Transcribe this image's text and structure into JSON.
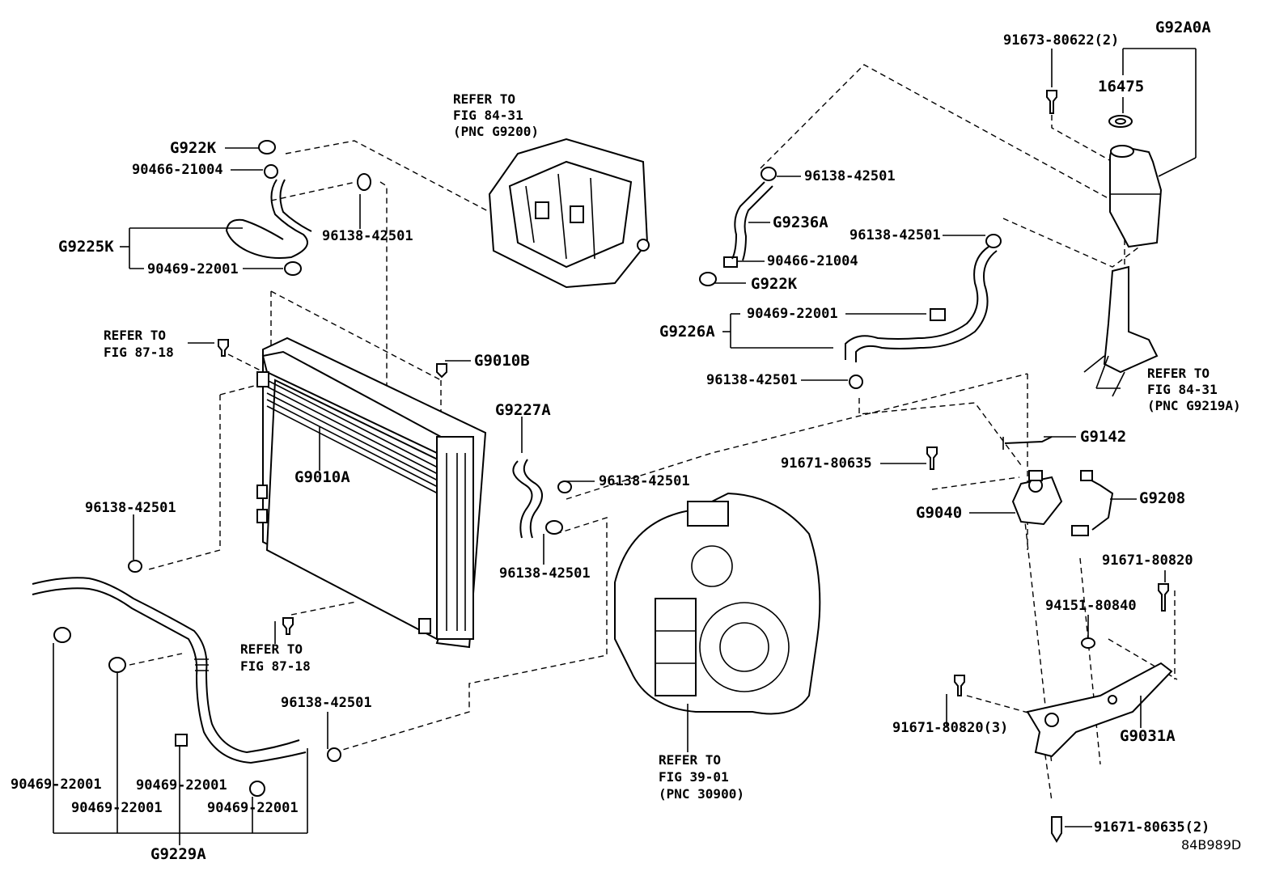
{
  "labels": {
    "g92a0a": "G92A0A",
    "p91673": "91673-80622(2)",
    "p16475": "16475",
    "g922k_top": "G922K",
    "p90466_top": "90466-21004",
    "g9225k": "G9225K",
    "p96138_a": "96138-42501",
    "p90469_a": "90469-22001",
    "refer_fig8431_top": [
      "REFER TO",
      "FIG 84-31",
      "(PNC G9200)"
    ],
    "p96138_b": "96138-42501",
    "g9236a": "G9236A",
    "p96138_c": "96138-42501",
    "p90466_mid": "90466-21004",
    "g922k_mid": "G922K",
    "p90469_b": "90469-22001",
    "g9226a": "G9226A",
    "p96138_d": "96138-42501",
    "refer_fig8431_right": [
      "REFER TO",
      "FIG 84-31",
      "(PNC G9219A)"
    ],
    "refer_fig8718_a": [
      "REFER TO",
      "FIG 87-18"
    ],
    "g9010b": "G9010B",
    "g9010a": "G9010A",
    "g9227a": "G9227A",
    "p96138_e": "96138-42501",
    "p96138_f": "96138-42501",
    "p96138_g": "96138-42501",
    "g9142": "G9142",
    "p91671_80635": "91671-80635",
    "g9040": "G9040",
    "g9208": "G9208",
    "p91671_80820": "91671-80820",
    "p94151": "94151-80840",
    "refer_fig8718_b": [
      "REFER TO",
      "FIG 87-18"
    ],
    "p96138_h": "96138-42501",
    "refer_fig3901": [
      "REFER TO",
      "FIG 39-01",
      "(PNC 30900)"
    ],
    "p91671_80820_3": "91671-80820(3)",
    "g9031a": "G9031A",
    "p91671_80635_2": "91671-80635(2)",
    "p90469_c": "90469-22001",
    "p90469_d": "90469-22001",
    "p90469_e": "90469-22001",
    "p90469_f": "90469-22001",
    "g9229a": "G9229A",
    "diagram_code": "84B989D"
  }
}
